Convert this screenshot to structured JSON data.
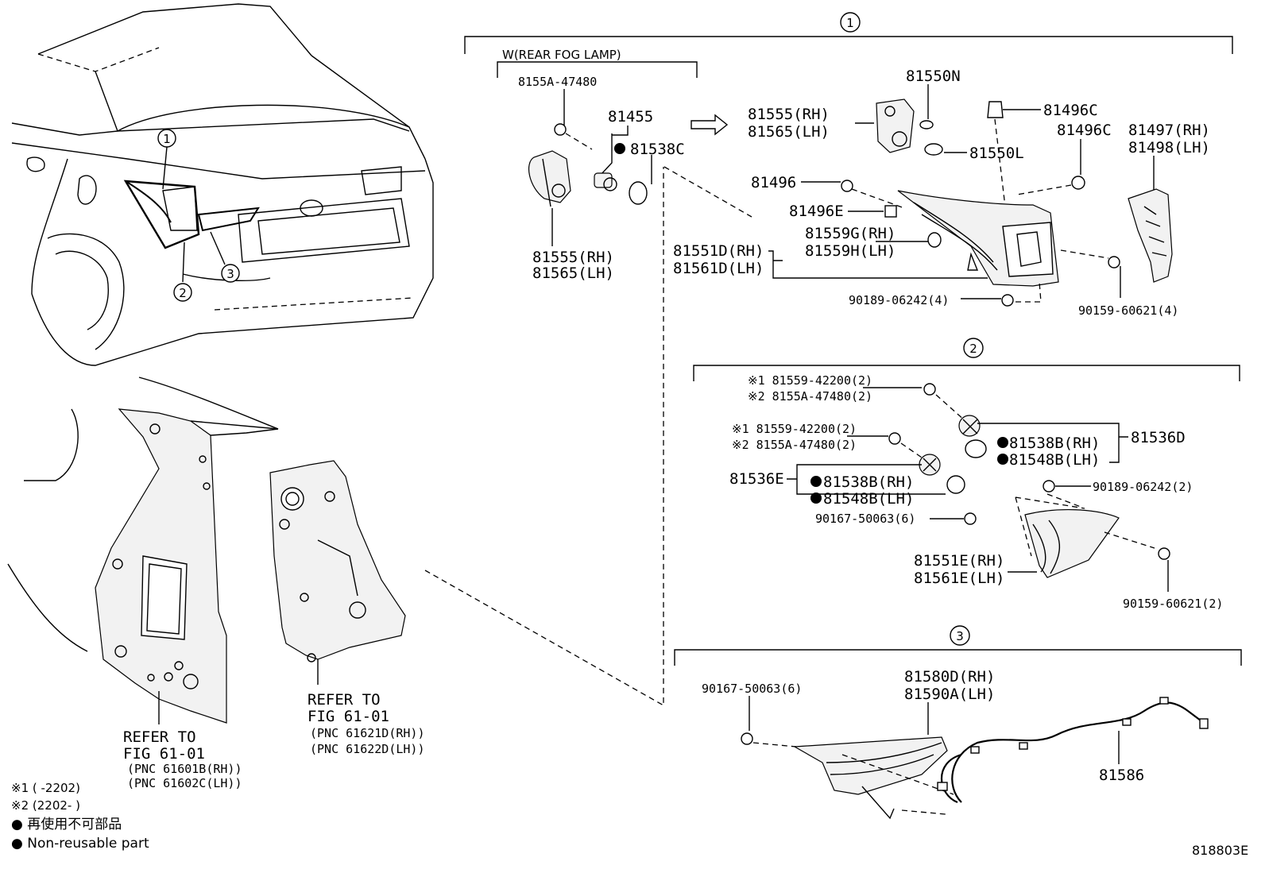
{
  "callouts": [
    "1",
    "2",
    "3"
  ],
  "group1": {
    "fog_header": "W(REAR FOG LAMP)",
    "fog_screw": "8155A-47480",
    "fog_socket_assy": "81455",
    "fog_socket": "81538C",
    "fog_lamp_rh": "81555(RH)",
    "fog_lamp_lh": "81565(LH)",
    "bulb_a": "81550N",
    "bulb_b": "81550L",
    "lamp_rh": "81555(RH)",
    "lamp_lh": "81565(LH)",
    "clip_a": "81496C",
    "clip_b": "81496C",
    "clip_c": "81496",
    "clip_e": "81496E",
    "cushion_rh": "81497(RH)",
    "cushion_lh": "81498(LH)",
    "lens_rh": "81551D(RH)",
    "lens_lh": "81561D(LH)",
    "bulb_g_rh": "81559G(RH)",
    "bulb_h_lh": "81559H(LH)",
    "nut": "90189-06242(4)",
    "screw": "90159-60621(4)"
  },
  "group2": {
    "n1_a": "※1 81559-42200(2)",
    "n2_a": "※2 8155A-47480(2)",
    "n1_b": "※1 81559-42200(2)",
    "n2_b": "※2 8155A-47480(2)",
    "socket_rh": "81538B(RH)",
    "socket_lh": "81548B(LH)",
    "assy_d": "81536D",
    "assy_e": "81536E",
    "socket_rh_b": "81538B(RH)",
    "socket_lh_b": "81548B(LH)",
    "nut": "90189-06242(2)",
    "screw_a": "90167-50063(6)",
    "lens_rh": "81551E(RH)",
    "lens_lh": "81561E(LH)",
    "screw_b": "90159-60621(2)"
  },
  "group3": {
    "screw": "90167-50063(6)",
    "lamp_rh": "81580D(RH)",
    "lamp_lh": "81590A(LH)",
    "wire": "81586"
  },
  "refs": {
    "left_refer": "REFER TO",
    "left_fig": "FIG 61-01",
    "left_pnc_rh": "(PNC 61601B(RH))",
    "left_pnc_lh": "(PNC 61602C(LH))",
    "right_refer": "REFER TO",
    "right_fig": "FIG 61-01",
    "right_pnc_rh": "(PNC 61621D(RH))",
    "right_pnc_lh": "(PNC 61622D(LH))"
  },
  "legend": {
    "note1": "※1 (     -2202)",
    "note2": "※2 (2202-     )",
    "jp": "● 再使用不可部品",
    "en": "● Non-reusable part"
  },
  "diagram_id": "818803E"
}
